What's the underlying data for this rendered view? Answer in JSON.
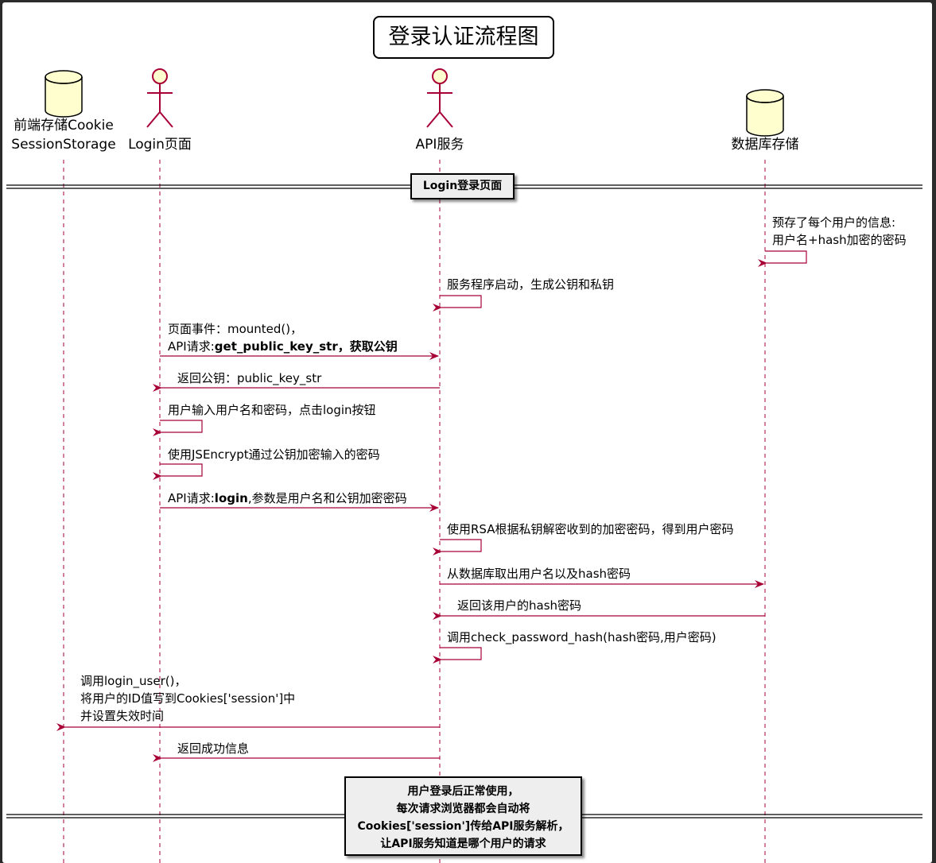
{
  "title": "登录认证流程图",
  "participants": {
    "storage": [
      "前端存储Cookie",
      "SessionStorage"
    ],
    "login": "Login页面",
    "api": "API服务",
    "db": "数据库存储"
  },
  "sections": {
    "login_page": "Login登录页面",
    "after_login": [
      "用户登录后正常使用，",
      "每次请求浏览器都会自动将",
      "Cookies['session']传给API服务解析，",
      "让API服务知道是哪个用户的请求"
    ]
  },
  "messages": {
    "m1": [
      "预存了每个用户的信息:",
      "用户名+hash加密的密码"
    ],
    "m2": "服务程序启动，生成公钥和私钥",
    "m3_line1": "页面事件：mounted()，",
    "m3_line2_prefix": "API请求:",
    "m3_line2_bold": "get_public_key_str，获取公钥",
    "m4": "返回公钥：public_key_str",
    "m5": "用户输入用户名和密码，点击login按钮",
    "m6": "使用JSEncrypt通过公钥加密输入的密码",
    "m7_prefix": "API请求:",
    "m7_bold": "login",
    "m7_suffix": ",参数是用户名和公钥加密密码",
    "m8": "使用RSA根据私钥解密收到的加密密码，得到用户密码",
    "m9": "从数据库取出用户名以及hash密码",
    "m10": "返回该用户的hash密码",
    "m11": "调用check_password_hash(hash密码,用户密码)",
    "m12": [
      "调用login_user()，",
      "将用户的ID值写到Cookies['session']中",
      "并设置失效时间"
    ],
    "m13": "返回成功信息"
  },
  "colors": {
    "line": "#A80036",
    "actor_fill": "#FEFECE",
    "divider_fill": "#EEEEEE",
    "background": "#FFFFFF"
  }
}
